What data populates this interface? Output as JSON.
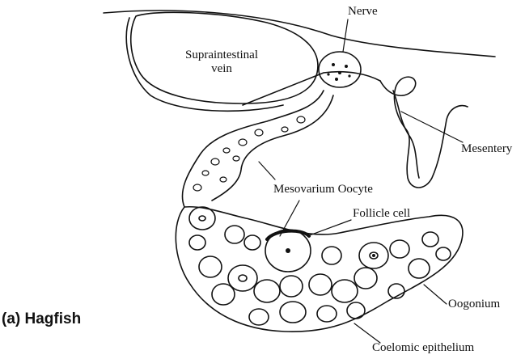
{
  "figure": {
    "caption": "(a) Hagfish",
    "labels": {
      "nerve": "Nerve",
      "supraintestinal_vein_line1": "Supraintestinal",
      "supraintestinal_vein_line2": "vein",
      "mesentery": "Mesentery",
      "mesovarium_oocyte": "Mesovarium Oocyte",
      "follicle_cell": "Follicle cell",
      "oogonium": "Oogonium",
      "coelomic_epithelium": "Coelomic epithelium"
    },
    "colors": {
      "ink": "#111111",
      "background": "#ffffff"
    }
  }
}
